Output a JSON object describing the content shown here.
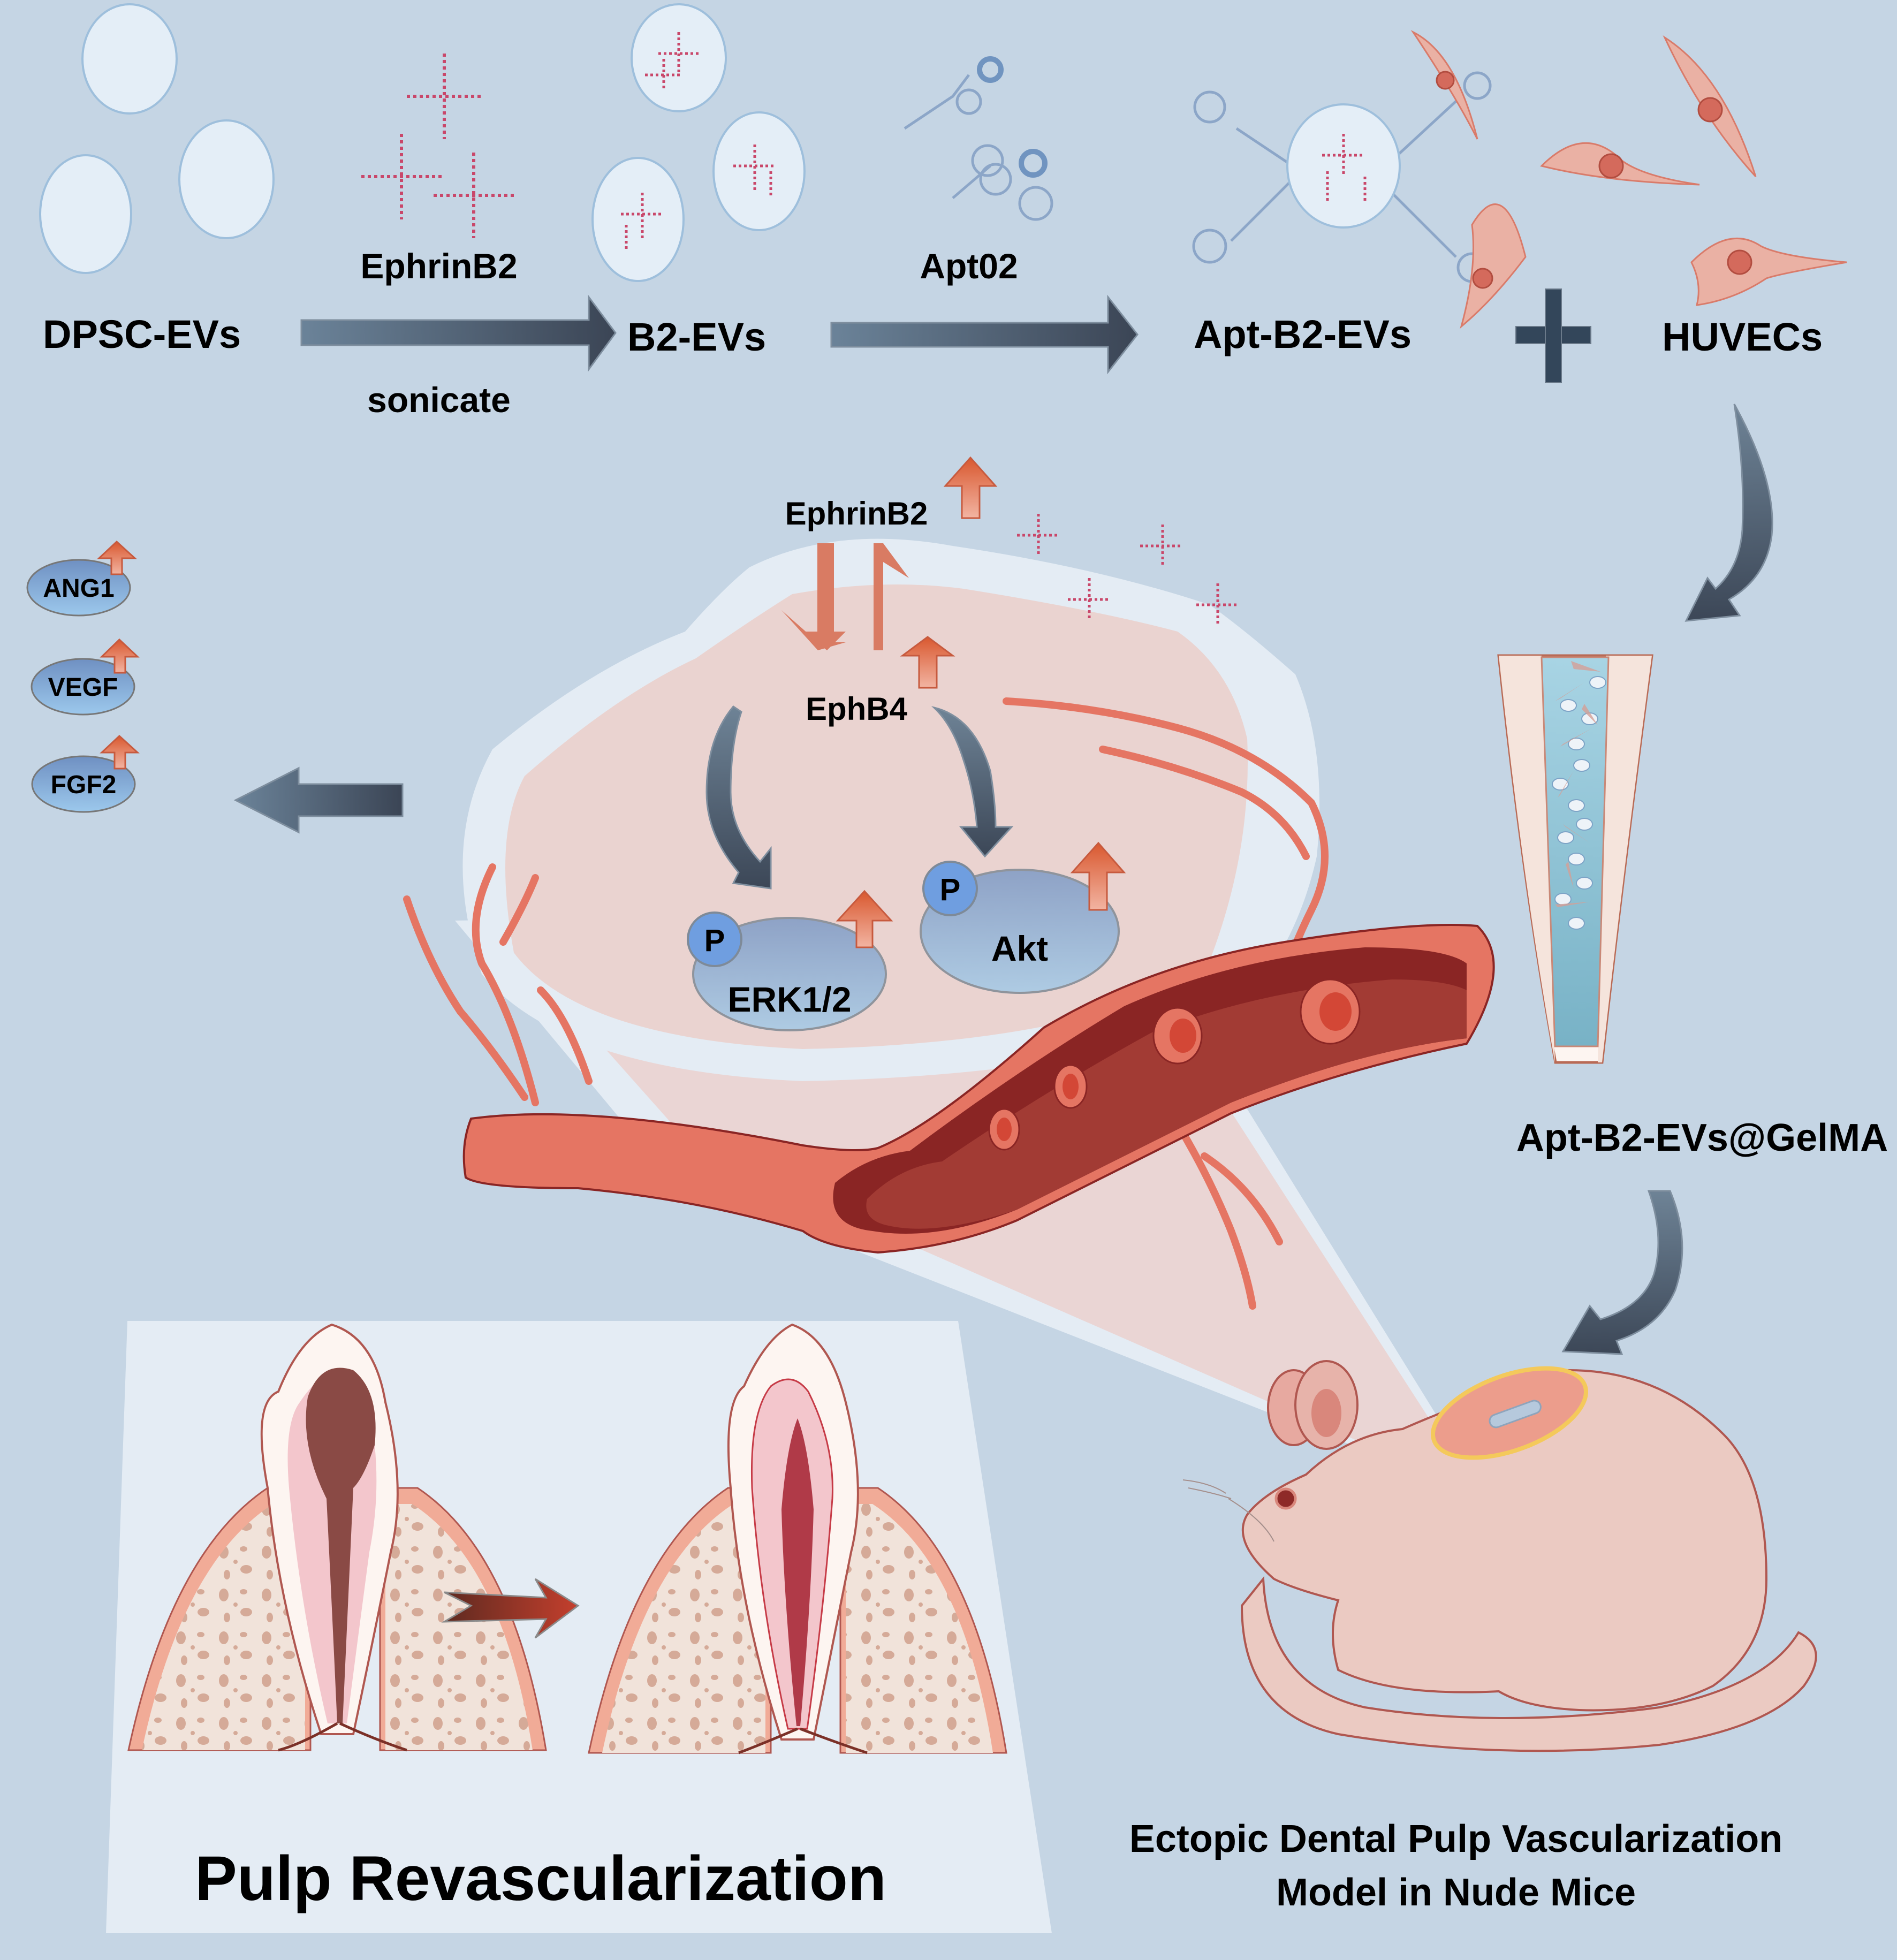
{
  "colors": {
    "background": "#c5d5e4",
    "panel": "#e4ecf4",
    "cell_pink": "#e9d3d0",
    "vessel_red": "#e57563",
    "vessel_dark": "#8a2524",
    "up_arrow": "#e07a5c",
    "flow_arrow_dark": "#3e4a5a",
    "flow_arrow_light": "#6b8399",
    "protein_oval": "#8fb0d8",
    "phospho_circle": "#6f9ee0"
  },
  "workflow": {
    "step1": {
      "label": "DPSC-EVs",
      "icon": "extracellular-vesicle-icon"
    },
    "arrow1": {
      "top_label": "EphrinB2",
      "bottom_label": "sonicate",
      "icon": "right-arrow-icon"
    },
    "step2": {
      "label": "B2-EVs",
      "icon": "loaded-vesicle-icon"
    },
    "arrow2": {
      "top_label": "Apt02",
      "icon": "right-arrow-icon"
    },
    "step3": {
      "label": "Apt-B2-EVs",
      "icon": "aptamer-vesicle-icon"
    },
    "plus": "+",
    "step4": {
      "label": "HUVECs",
      "icon": "endothelial-cell-icon"
    }
  },
  "mechanism": {
    "ligand": "EphrinB2",
    "receptor": "EphB4",
    "kinases": [
      {
        "label": "ERK1/2",
        "phospho": "P",
        "change": "up"
      },
      {
        "label": "Akt",
        "phospho": "P",
        "change": "up"
      }
    ],
    "factors": [
      {
        "label": "ANG1",
        "change": "up"
      },
      {
        "label": "VEGF",
        "change": "up"
      },
      {
        "label": "FGF2",
        "change": "up"
      }
    ]
  },
  "hydrogel": {
    "label": "Apt-B2-EVs@GelMA",
    "icon": "root-canal-hydrogel-icon"
  },
  "mouse_model": {
    "caption_line1": "Ectopic Dental Pulp Vascularization",
    "caption_line2": "Model in Nude Mice",
    "icon": "nude-mouse-icon"
  },
  "outcome": {
    "title": "Pulp Revascularization",
    "before_icon": "necrotic-tooth-icon",
    "after_icon": "revascularized-tooth-icon"
  }
}
